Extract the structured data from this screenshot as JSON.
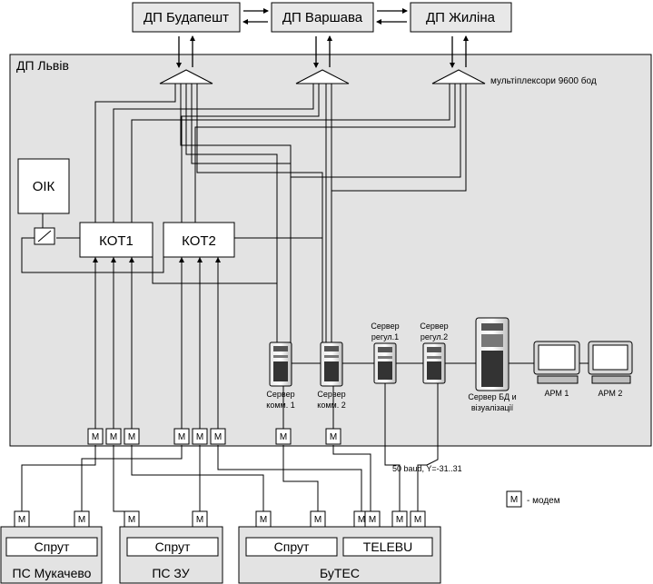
{
  "top_nodes": {
    "budapest": "ДП Будапешт",
    "warsaw": "ДП Варшава",
    "zilina": "ДП Жиліна"
  },
  "region_label": "ДП Львів",
  "mux_label": "мультіплексори 9600 бод",
  "oik_label": "ОІК",
  "kot1_label": "КОТ1",
  "kot2_label": "КОТ2",
  "servers": {
    "comm1": [
      "Сервер",
      "комм. 1"
    ],
    "comm2": [
      "Сервер",
      "комм. 2"
    ],
    "reg1": [
      "Сервер",
      "регул.1"
    ],
    "reg2": [
      "Сервер",
      "регул.2"
    ],
    "db": [
      "Сервер БД и",
      "візуалізації"
    ]
  },
  "arm1": "АРМ 1",
  "arm2": "АРМ 2",
  "modem_letter": "М",
  "legend_text": "- модем",
  "baud_note": "50 baud, Y=-31..31",
  "sprut_label": "Спрут",
  "telebu_label": "TELEBU",
  "stations": {
    "mukachevo": "ПС Мукачево",
    "zu": "ПС ЗУ",
    "butec": "БуТЕС"
  }
}
